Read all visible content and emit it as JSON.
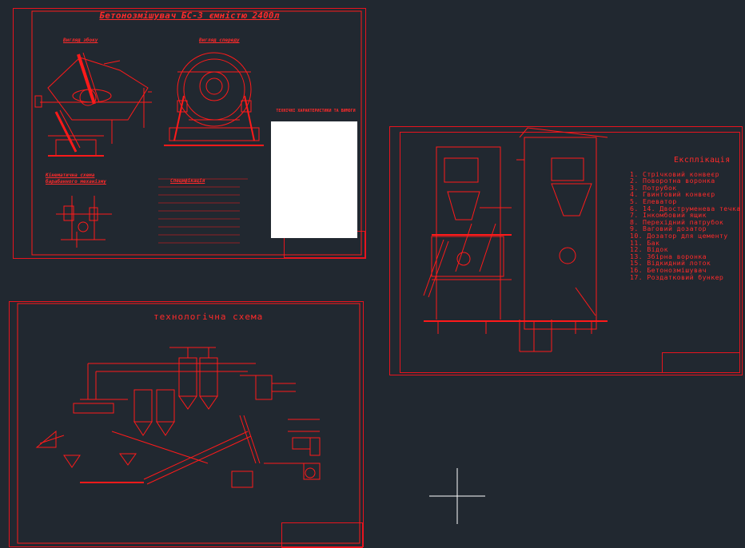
{
  "drawing": {
    "sheet1": {
      "title": "Бетонозмішувач БС-3 ємністю 2400л",
      "view_a": "Вигляд збоку",
      "view_b": "Вигляд спереду",
      "kinematic_title": "Кінематична схема",
      "kinematic_sub": "барабанного механізму",
      "spec_title": "Специфікація",
      "notes_title": "ТЕХНІЧНІ ХАРАКТЕРИСТИКИ ТА ВИМОГИ"
    },
    "sheet2": {
      "title": "технологічна схема"
    },
    "sheet3": {
      "legend_title": "Експлікація",
      "legend": [
        "1. Стрічковий конвеєр",
        "2. Поворотна воронка",
        "3. Потрубок",
        "4. Гвинтовий конвеєр",
        "5. Елеватор",
        "6. 14. Двоструменева течка",
        "7. Інкомбовий ящик",
        "8. Перехідний патрубок",
        "9. Ваговий дозатор",
        "10. Дозатор для цементу",
        "11. Бак",
        "12. Відок",
        "13. Збірна воронка",
        "15. Відкидний лоток",
        "16. Бетонозмішувач",
        "17. Роздатковий бункер"
      ]
    }
  },
  "colors": {
    "background": "#212830",
    "line": "#e8141e",
    "note_fill": "#ffffff",
    "crosshair": "#ffffff"
  },
  "cursor": {
    "icon": "crosshair-cursor-icon"
  }
}
